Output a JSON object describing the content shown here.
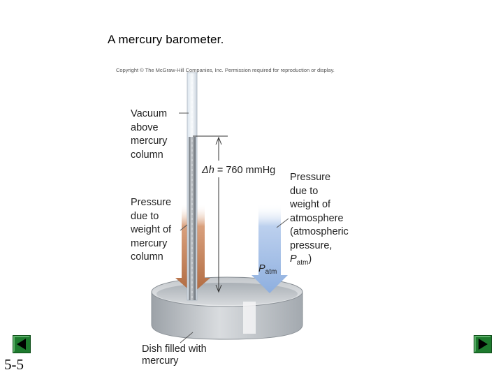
{
  "slide": {
    "title": "A mercury barometer.",
    "copyright": "Copyright © The McGraw-Hill Companies, Inc. Permission required for reproduction or display.",
    "number": "5-5"
  },
  "diagram": {
    "vacuum_label": [
      "Vacuum",
      "above",
      "mercury",
      "column"
    ],
    "pressure_column_label": [
      "Pressure",
      "due to",
      "weight of",
      "mercury",
      "column"
    ],
    "delta_h": {
      "symbol": "Δh",
      "value": "= 760 mmHg"
    },
    "pressure_atm_label": [
      "Pressure",
      "due to",
      "weight of",
      "atmosphere",
      "(atmospheric",
      "pressure,"
    ],
    "patm_symbol": "P",
    "patm_subscript": "atm",
    "patm_closing": ")",
    "dish_label": [
      "Dish filled with",
      "mercury"
    ]
  },
  "colors": {
    "mercury_arrow": "#b7714a",
    "atmosphere_arrow": "#9db9e2",
    "dish": "#bfc3c7",
    "nav_button": "#1e7a2e"
  },
  "icons": {
    "prev": "triangle-left-icon",
    "next": "triangle-right-icon"
  }
}
